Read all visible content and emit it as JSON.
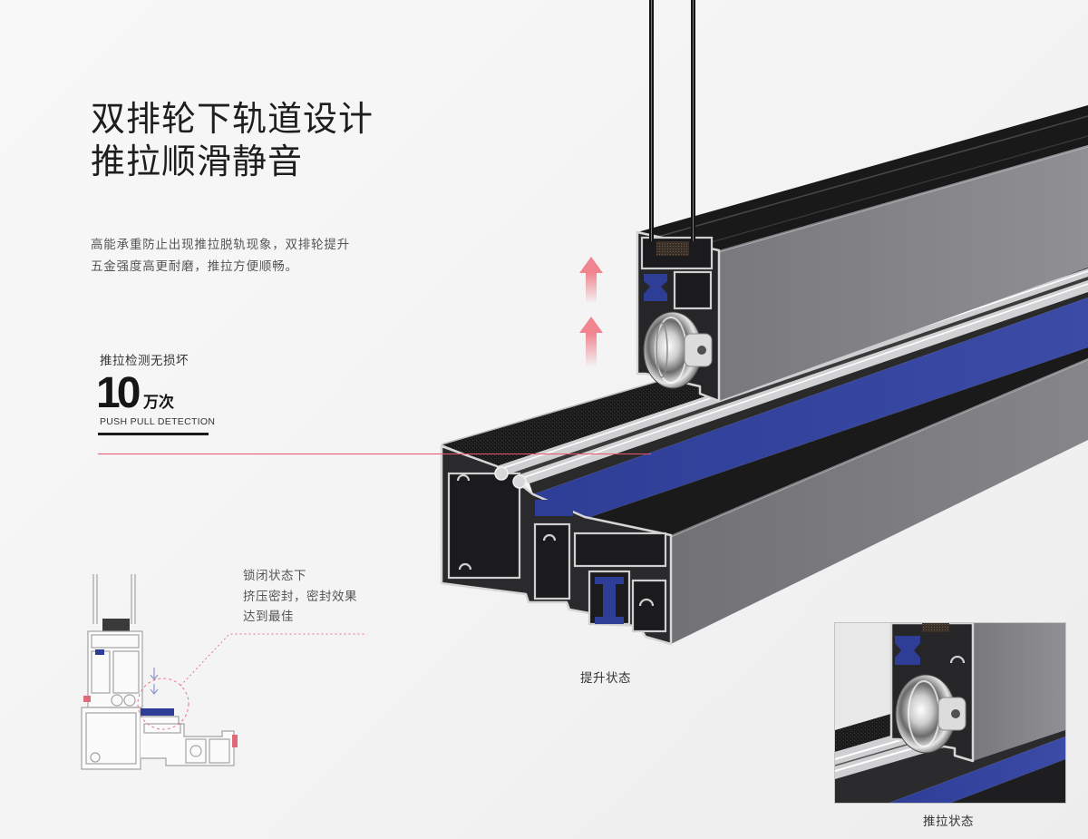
{
  "headline": {
    "line1": "双排轮下轨道设计",
    "line2": "推拉顺滑静音"
  },
  "description": {
    "line1": "高能承重防止出现推拉脱轨现象，双排轮提升",
    "line2": "五金强度高更耐磨，推拉方便顺畅。"
  },
  "stat": {
    "label": "推拉检测无损坏",
    "value": "10",
    "unit": "万次",
    "caption": "PUSH PULL DETECTION"
  },
  "callout": {
    "line1": "锁闭状态下",
    "line2": "挤压密封，密封效果",
    "line3": "达到最佳"
  },
  "captions": {
    "lifted_state": "提升状态",
    "sliding_state": "推拉状态"
  },
  "colors": {
    "background": "#f4f4f4",
    "text_primary": "#1e1e1e",
    "text_secondary": "#555555",
    "accent_line": "#e9556d",
    "gasket_blue": "#2e3e97",
    "profile_gray": "#86868a",
    "arrow_pink": "#f08590"
  }
}
